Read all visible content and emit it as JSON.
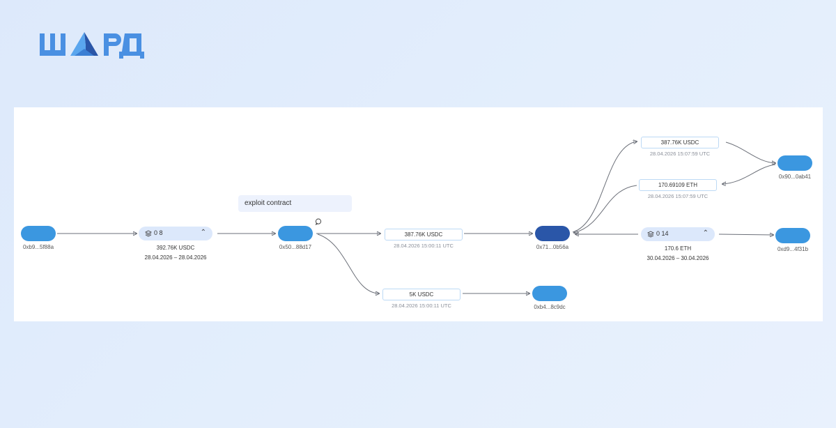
{
  "brand": {
    "logo_text": "ШАРД",
    "accent": "#4a90e2"
  },
  "colors": {
    "node": "#3b97e0",
    "node_dark": "#2a56a8",
    "edge": "#6b6f78"
  },
  "annotation": {
    "note": "exploit contract",
    "icon": "comment-icon"
  },
  "nodes": [
    {
      "id": "n1",
      "label": "0xb9...5f88a"
    },
    {
      "id": "n2",
      "label": "0x50...88d17"
    },
    {
      "id": "n3",
      "label": "0x71...0b56a"
    },
    {
      "id": "n4",
      "label": "0xb4...8c9dc"
    },
    {
      "id": "n5",
      "label": "0x90...0ab41"
    },
    {
      "id": "n6",
      "label": "0xd9...4f31b"
    }
  ],
  "groups": [
    {
      "id": "g1",
      "icon": "stack-icon",
      "count": "0 8",
      "amount": "392.76K USDC",
      "range": "28.04.2026 – 28.04.2026"
    },
    {
      "id": "g2",
      "icon": "stack-icon",
      "count": "0 14",
      "amount": "170.6 ETH",
      "range": "30.04.2026 – 30.04.2026"
    }
  ],
  "transfers": [
    {
      "id": "t1",
      "amount": "387.76K USDC",
      "date": "28.04.2026 15:00:11 UTC"
    },
    {
      "id": "t2",
      "amount": "5K USDC",
      "date": "28.04.2026 15:00:11 UTC"
    },
    {
      "id": "t3",
      "amount": "387.76K USDC",
      "date": "28.04.2026 15:07:59 UTC"
    },
    {
      "id": "t4",
      "amount": "170.69109 ETH",
      "date": "28.04.2026 15:07:59 UTC"
    }
  ]
}
